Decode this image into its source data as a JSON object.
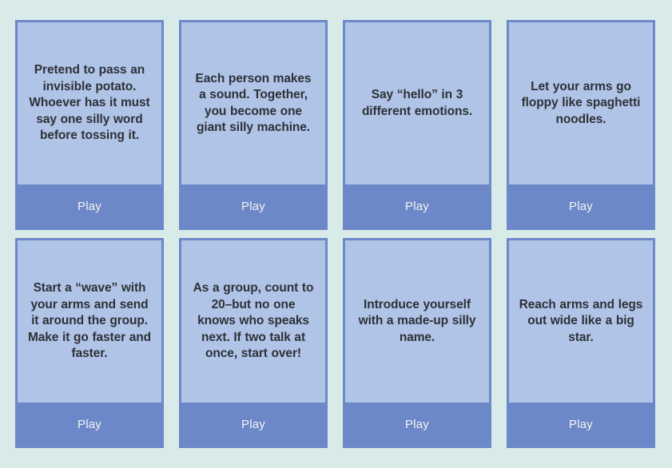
{
  "page": {
    "background_color": "#d9ebe9",
    "card_background_color": "#b0c4e7",
    "card_border_color": "#6d88c9",
    "button_color": "#6d88c9",
    "button_text_color": "#f4f3ef",
    "text_color": "#2e3138",
    "columns": 4,
    "rows": 2
  },
  "cards": [
    {
      "prompt": "Pretend to pass an invisible potato. Whoever has it must say one silly word before tossing it.",
      "play_label": "Play"
    },
    {
      "prompt": "Each person makes a sound. Together, you become one giant silly machine.",
      "play_label": "Play"
    },
    {
      "prompt": "Say “hello” in 3 different emotions.",
      "play_label": "Play"
    },
    {
      "prompt": "Let your arms go floppy like spaghetti noodles.",
      "play_label": "Play"
    },
    {
      "prompt": "Start a “wave” with your arms and send it around the group. Make it go faster and faster.",
      "play_label": "Play"
    },
    {
      "prompt": "As a group, count to 20–but no one knows who speaks next. If two talk at once, start over!",
      "play_label": "Play"
    },
    {
      "prompt": "Introduce yourself with a made-up silly name.",
      "play_label": "Play"
    },
    {
      "prompt": "Reach arms and legs out wide like a big star.",
      "play_label": "Play"
    }
  ]
}
